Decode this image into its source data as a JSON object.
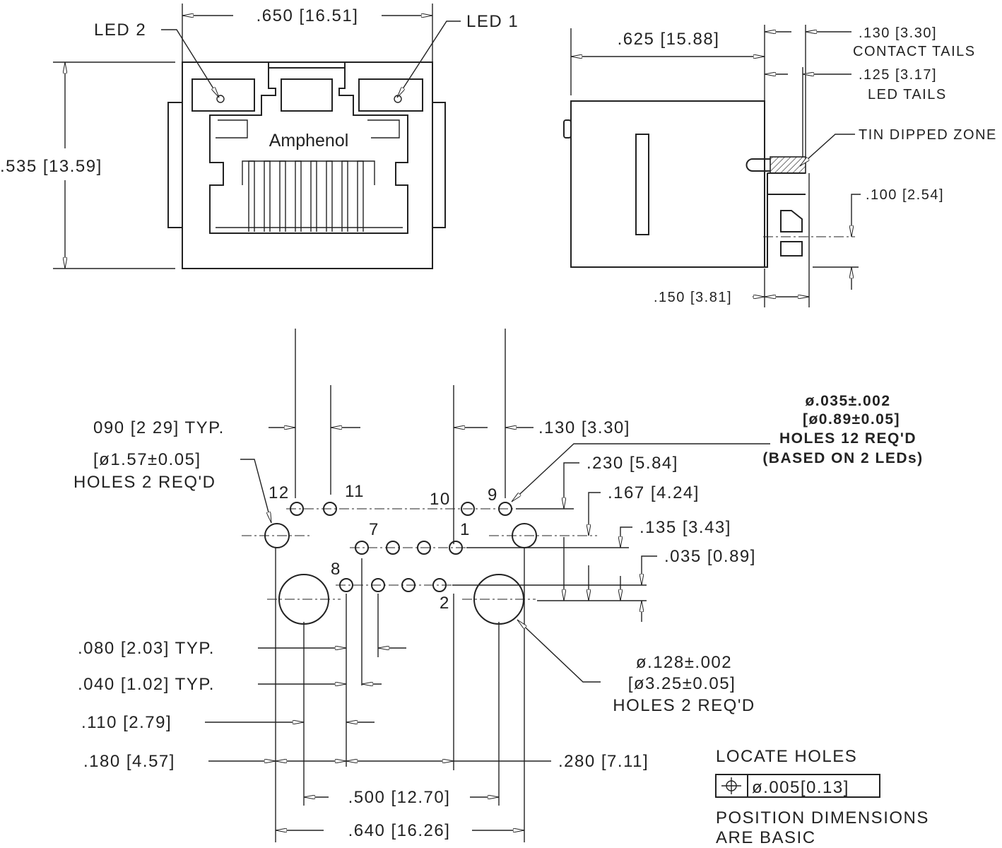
{
  "front_view": {
    "dim_width": ".650 [16.51]",
    "dim_height": ".535 [13.59]",
    "led2": "LED 2",
    "led1": "LED 1",
    "brand": "Amphenol"
  },
  "side_view": {
    "dim_length": ".625 [15.88]",
    "dim_contact": ".130 [3.30]",
    "contact_tails": "CONTACT TAILS",
    "dim_led": ".125 [3.17]",
    "led_tails": "LED TAILS",
    "tin_zone": "TIN DIPPED ZONE",
    "dim_100": ".100 [2.54]",
    "dim_150": ".150 [3.81]"
  },
  "footprint": {
    "dim_090": "090 [2 29] TYP.",
    "dim_130": ".130 [3.30]",
    "small_hole": {
      "line1": "ø.035±.002",
      "line2": "[ø0.89±0.05]",
      "line3": "HOLES 12 REQ'D",
      "line4": "(BASED ON 2 LEDs)"
    },
    "med_hole": {
      "line1": "[ø1.57±0.05]",
      "line2": "HOLES 2 REQ'D"
    },
    "large_hole": {
      "line1": "ø.128±.002",
      "line2": "[ø3.25±0.05]",
      "line3": "HOLES 2 REQ'D"
    },
    "dim_230": ".230 [5.84]",
    "dim_167": ".167 [4.24]",
    "dim_135": ".135 [3.43]",
    "dim_035": ".035 [0.89]",
    "dim_080": ".080 [2.03] TYP.",
    "dim_040": ".040 [1.02] TYP.",
    "dim_110": ".110 [2.79]",
    "dim_180": ".180 [4.57]",
    "dim_280": ".280 [7.11]",
    "dim_500": ".500 [12.70]",
    "dim_640": ".640 [16.26]",
    "pins": [
      "12",
      "11",
      "10",
      "9",
      "7",
      "1",
      "8",
      "2"
    ]
  },
  "notes": {
    "locate": "LOCATE HOLES",
    "tolerance": "ø.005[0.13]",
    "position1": "POSITION DIMENSIONS",
    "position2": "ARE BASIC"
  }
}
